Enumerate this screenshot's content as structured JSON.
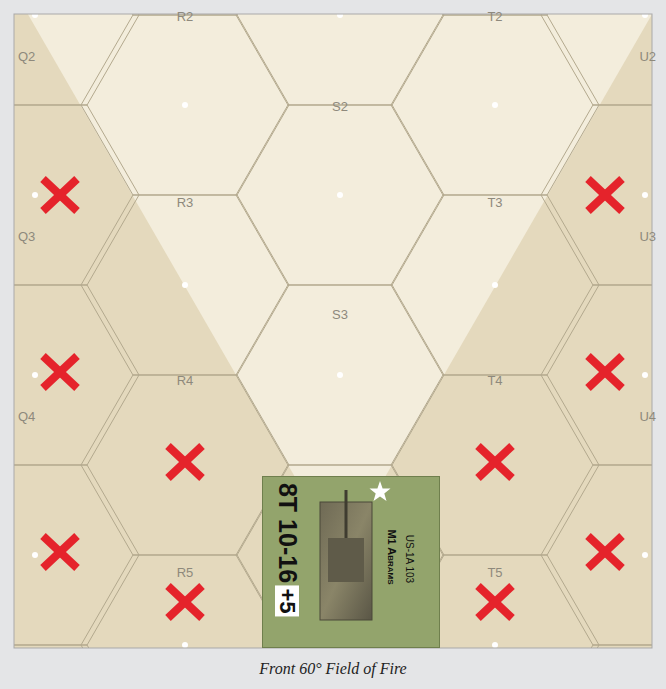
{
  "diagram": {
    "caption": "Front 60° Field of Fire",
    "nodes": [
      {
        "text": [
          "8T 10-16",
          "+5",
          "M1 Abrams",
          "US-1A 103"
        ]
      }
    ],
    "labels": [
      "R2",
      "T2",
      "Q2",
      "S2",
      "U2",
      "R3",
      "T3",
      "Q3",
      "S3",
      "U3",
      "R4",
      "T4",
      "Q4",
      "U4",
      "R5",
      "T5"
    ]
  }
}
